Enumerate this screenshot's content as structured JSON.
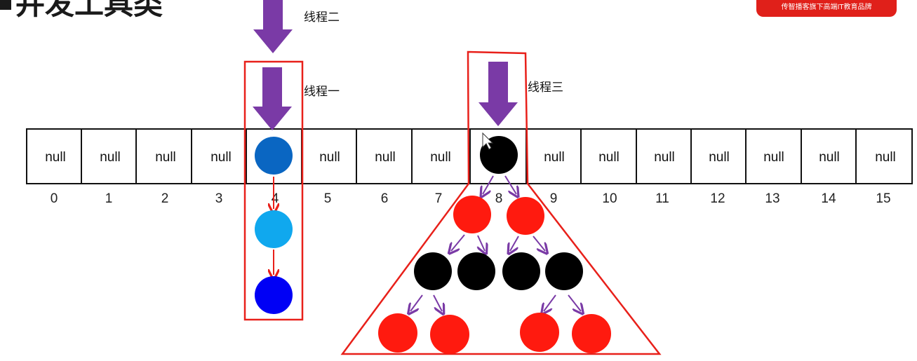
{
  "slide": {
    "title": "并发工具类",
    "brand": "传智播客旗下高端IT教育品牌"
  },
  "table": {
    "cells": [
      "null",
      "null",
      "null",
      "null",
      "",
      "null",
      "null",
      "null",
      "",
      "null",
      "null",
      "null",
      "null",
      "null",
      "null",
      "null"
    ],
    "indices": [
      "0",
      "1",
      "2",
      "3",
      "4",
      "5",
      "6",
      "7",
      "8",
      "9",
      "10",
      "11",
      "12",
      "13",
      "14",
      "15"
    ]
  },
  "threads": {
    "thread2": "线程二",
    "thread1": "线程一",
    "thread3": "线程三"
  },
  "colors": {
    "arrow_purple": "#7a3aa6",
    "highlight_red": "#e8201a",
    "node_red": "#ff1a0f",
    "node_black": "#000000",
    "list_node_1": "#0a66c2",
    "list_node_2": "#10a8ee",
    "list_node_3": "#0000f5"
  }
}
